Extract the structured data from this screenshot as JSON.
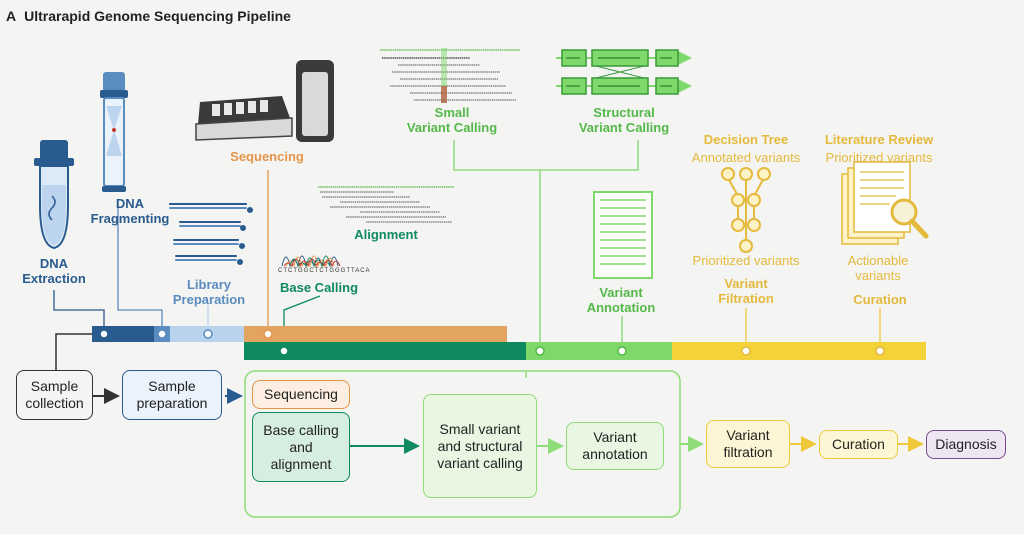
{
  "header": {
    "panel_letter": "A",
    "title": "Ultrarapid Genome Sequencing Pipeline"
  },
  "stages": {
    "dna_extraction": [
      "DNA",
      "Extraction"
    ],
    "dna_fragmenting": [
      "DNA",
      "Fragmenting"
    ],
    "library_preparation": [
      "Library",
      "Preparation"
    ],
    "sequencing": "Sequencing",
    "base_calling": "Base Calling",
    "alignment": "Alignment",
    "small_variant_calling": [
      "Small",
      "Variant Calling"
    ],
    "structural_variant_calling": [
      "Structural",
      "Variant Calling"
    ],
    "variant_annotation": [
      "Variant",
      "Annotation"
    ],
    "decision_tree": {
      "title": "Decision Tree",
      "top": "Annotated variants",
      "bottom": "Prioritized variants",
      "step": [
        "Variant",
        "Filtration"
      ]
    },
    "literature_review": {
      "title": "Literature Review",
      "top": "Prioritized variants",
      "bottom": [
        "Actionable",
        "variants"
      ],
      "step": "Curation"
    }
  },
  "base_calling_sequence": "CTCTGGCTCTGGGTTACA",
  "flow": {
    "sample_collection": [
      "Sample",
      "collection"
    ],
    "sample_preparation": [
      "Sample",
      "preparation"
    ],
    "sequencing": "Sequencing",
    "base_calling_alignment": [
      "Base calling",
      "and",
      "alignment"
    ],
    "variant_calling": [
      "Small variant",
      "and structural",
      "variant calling"
    ],
    "variant_annotation": [
      "Variant",
      "annotation"
    ],
    "variant_filtration": [
      "Variant",
      "filtration"
    ],
    "curation": "Curation",
    "diagnosis": "Diagnosis"
  },
  "colors": {
    "blue": "#2a5b8f",
    "light_blue": "#b9d2ee",
    "orange": "#e3954a",
    "green": "#0f8a5f",
    "light_green": "#7ed86a",
    "gold": "#f3d23a"
  }
}
